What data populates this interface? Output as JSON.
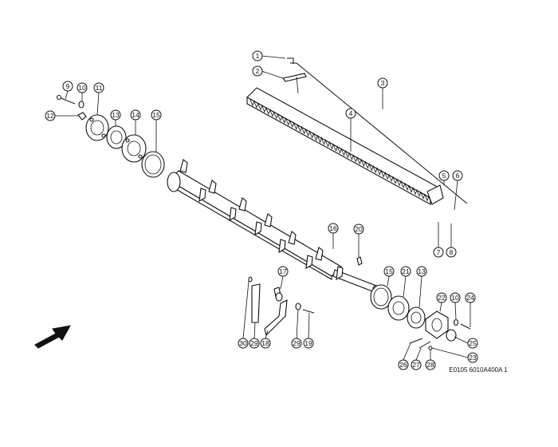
{
  "reference_code": "E0105 6010A400A 1",
  "callouts": [
    "1",
    "2",
    "3",
    "4",
    "5",
    "6",
    "7",
    "8",
    "9",
    "10",
    "11",
    "12",
    "13",
    "14",
    "15",
    "16",
    "17",
    "18",
    "19",
    "20",
    "21",
    "22",
    "23",
    "24",
    "25",
    "26",
    "27",
    "28",
    "29",
    "30",
    "10",
    "13",
    "15",
    "29"
  ],
  "icons": {
    "direction_arrow": "arrow-up-right-icon"
  },
  "colors": {
    "ink": "#111111",
    "paper": "#ffffff"
  }
}
